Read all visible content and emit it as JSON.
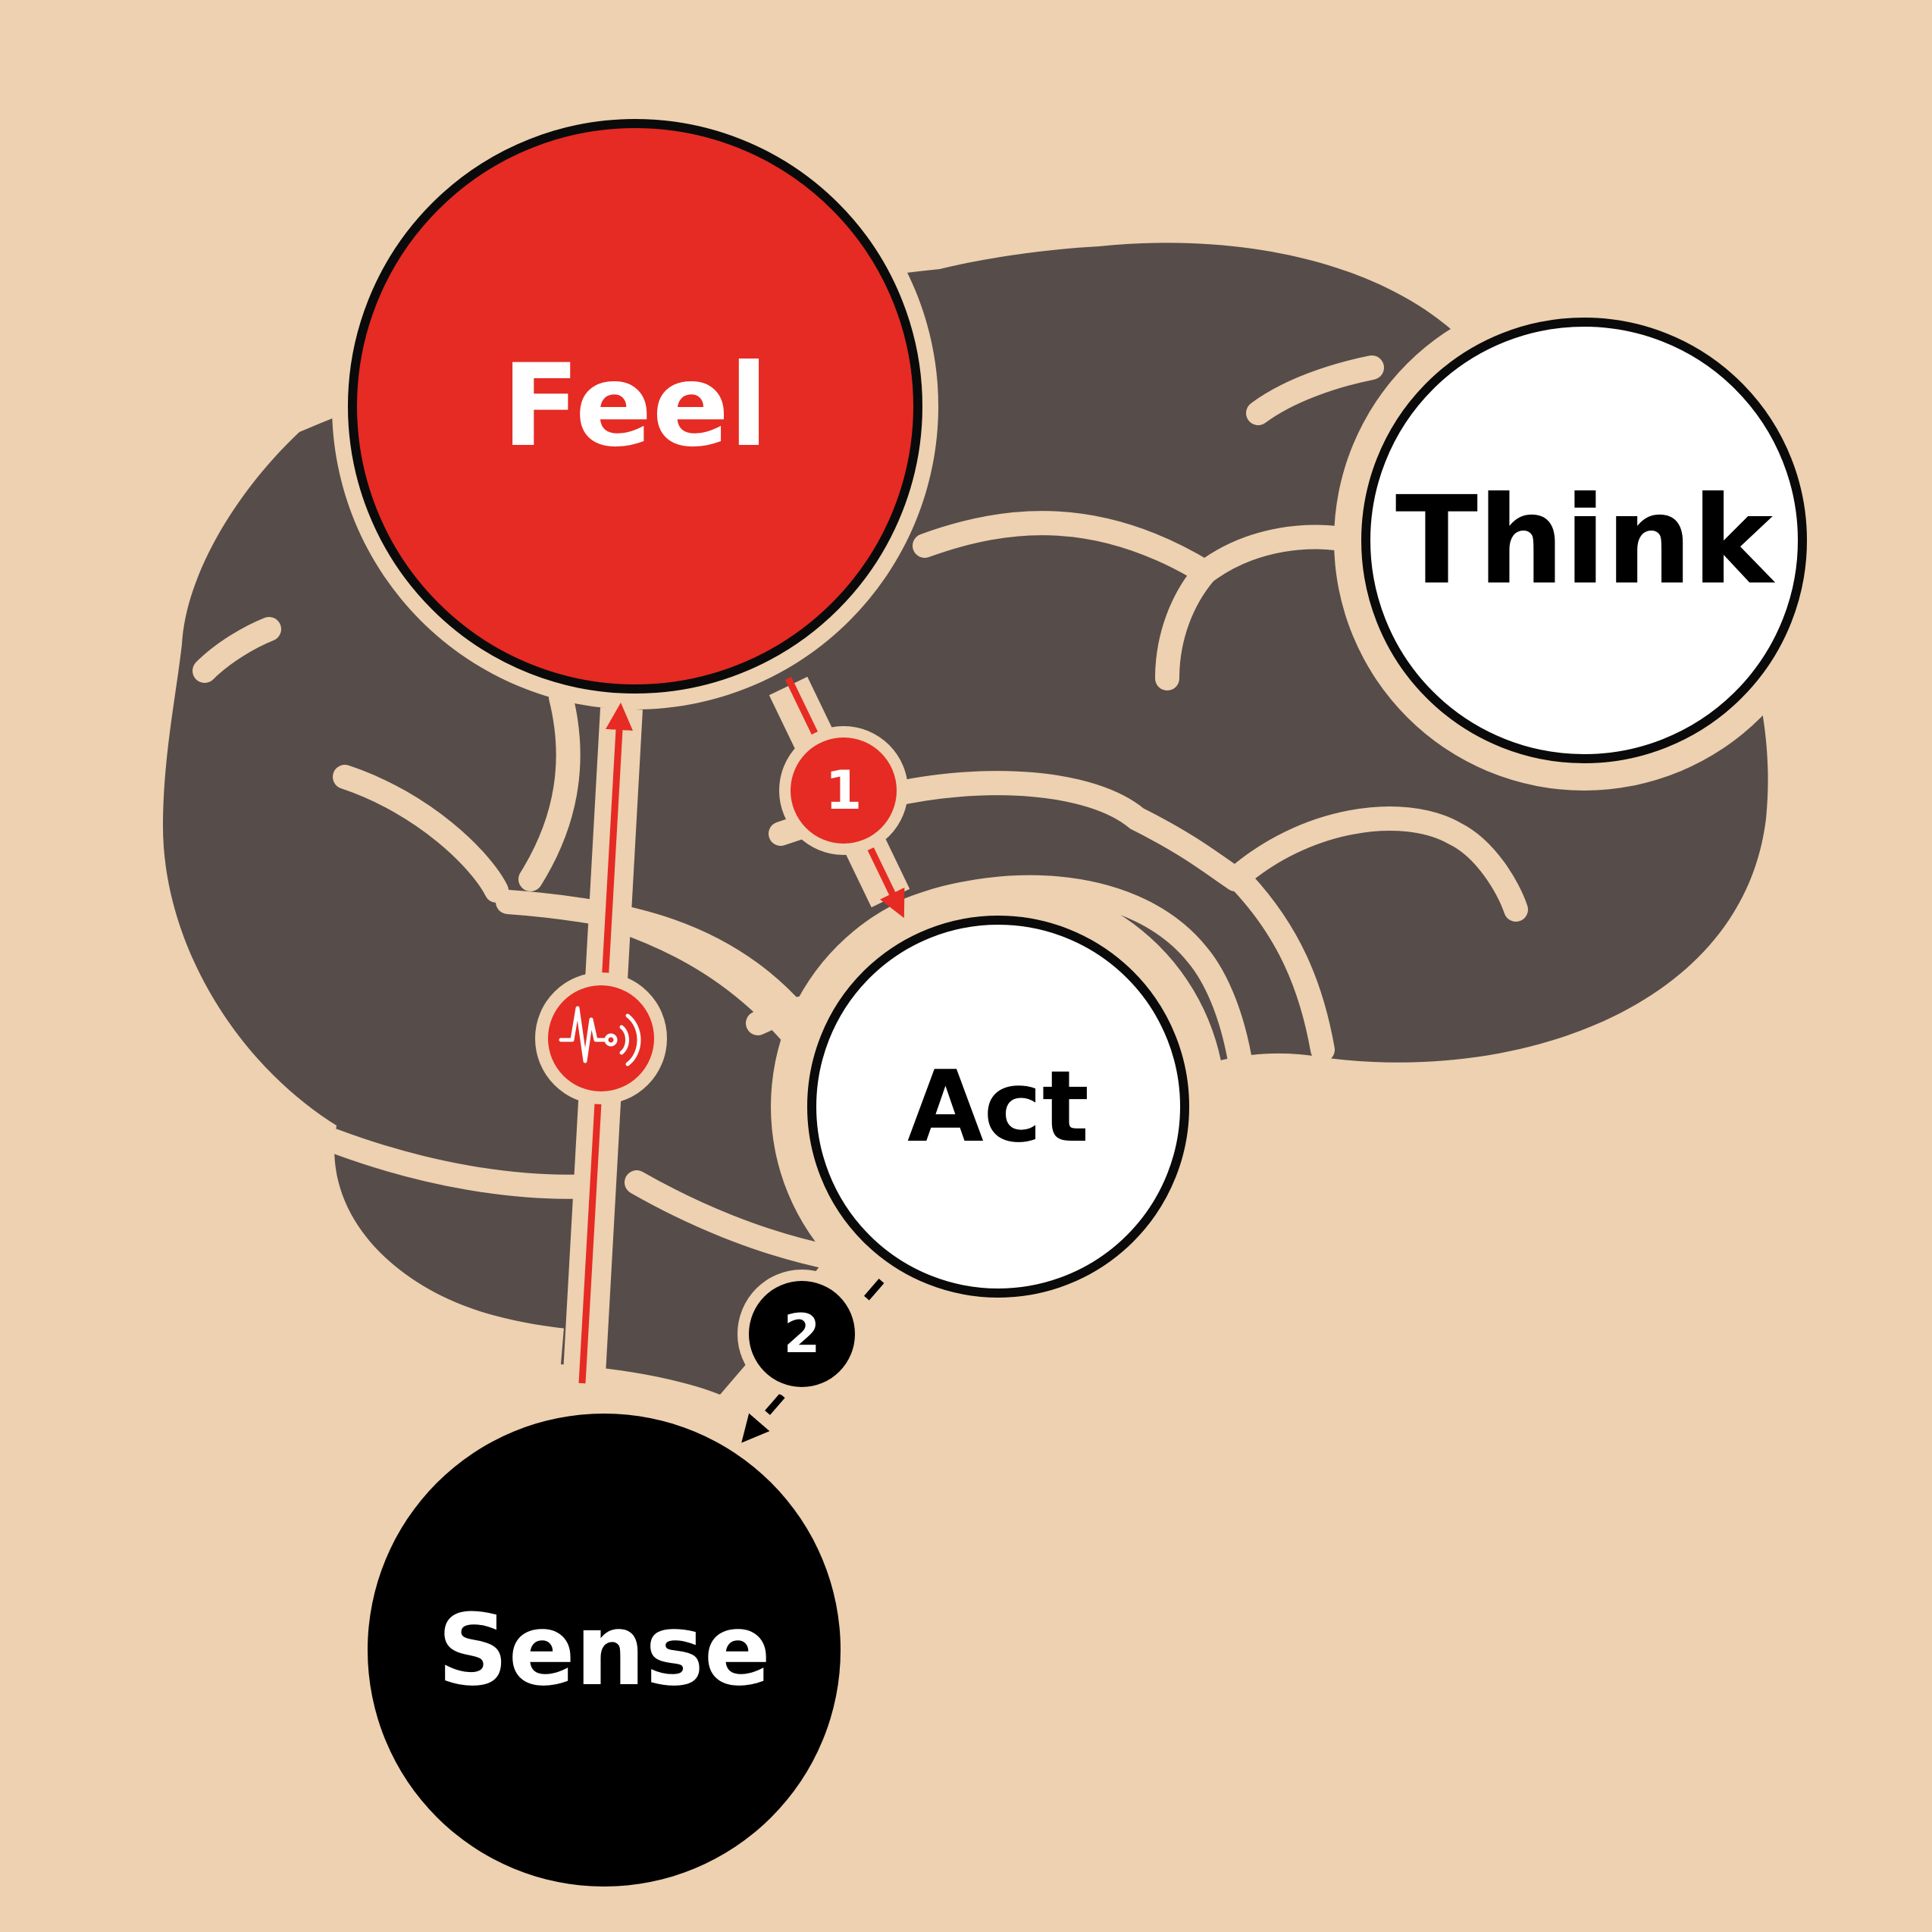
{
  "colors": {
    "background": "#EDD1B0",
    "brain": "#564C4A",
    "red": "#E52B23",
    "white": "#FFFFFF",
    "black": "#000000",
    "outline": "#0A0A0A"
  },
  "nodes": {
    "feel": {
      "label": "Feel"
    },
    "think": {
      "label": "Think"
    },
    "act": {
      "label": "Act"
    },
    "sense": {
      "label": "Sense"
    }
  },
  "badges": {
    "one": {
      "label": "1"
    },
    "two": {
      "label": "2"
    },
    "signal": {
      "icon": "heartbeat-signal-icon"
    }
  }
}
